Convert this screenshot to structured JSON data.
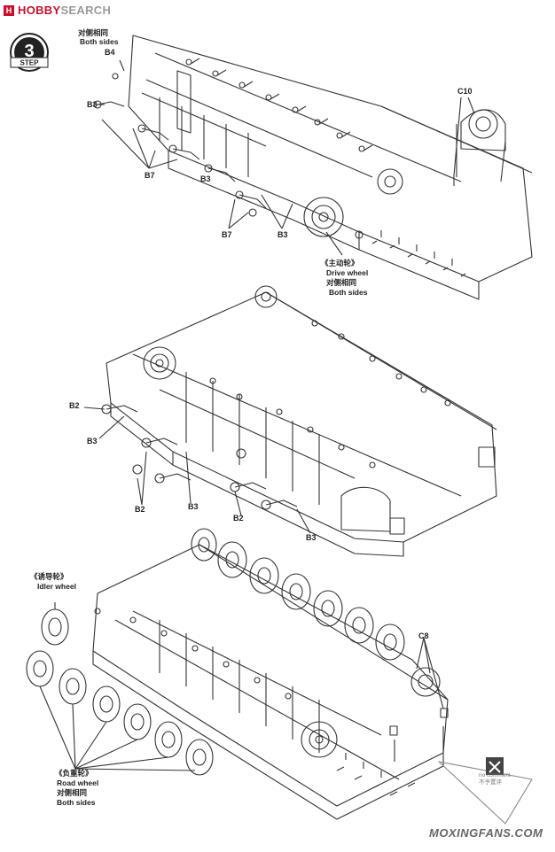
{
  "header": {
    "logo_mark": "H",
    "brand_part1": "HOBBY",
    "brand_part2": "SEARCH",
    "brand_color": "#c8102e"
  },
  "step": {
    "label": "STEP",
    "number": "3"
  },
  "callouts": {
    "c10": "C10",
    "c8": "C8",
    "b2_a": "B2",
    "b2_b": "B2",
    "b2_c": "B2",
    "b3_a": "B3",
    "b3_b": "B3",
    "b3_c": "B3",
    "b3_d": "B3",
    "b3_e": "B3",
    "b3_f": "B3",
    "b4": "B4",
    "b7_a": "B7",
    "b7_b": "B7"
  },
  "notes": {
    "top_cn": "对侧相同",
    "top_en": "Both sides",
    "drive_cn": "《主动轮》",
    "drive_en": "Drive wheel",
    "drive_cn2": "对侧相同",
    "drive_en2": "Both sides",
    "idler_cn": "《诱导轮》",
    "idler_en": "Idler wheel",
    "road_cn": "《负重轮》",
    "road_en": "Road wheel",
    "road_cn2": "对侧相同",
    "road_en2": "Both sides"
  },
  "watermark": {
    "line1": "no comment",
    "line2": "不予置评",
    "site": "MOXINGFANS.COM"
  }
}
